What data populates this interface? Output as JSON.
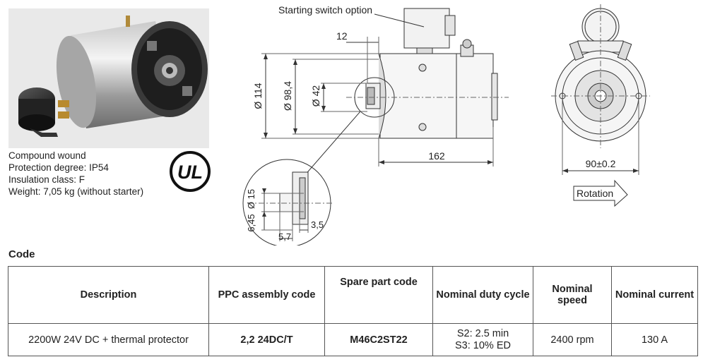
{
  "specs": [
    "Compound wound",
    "Protection degree: IP54",
    "Insulation class: F",
    "Weight: 7,05 kg (without starter)"
  ],
  "ul_mark": "UL",
  "drawing": {
    "starting_switch_label": "Starting switch option",
    "dim_12": "12",
    "dim_114": "Ø 114",
    "dim_98": "Ø 98,4",
    "dim_42": "Ø 42",
    "dim_162": "162",
    "dim_15": "Ø 15",
    "dim_645": "6,45",
    "dim_57": "5,7",
    "dim_35": "3,5",
    "dim_90": "90±0.2",
    "rotation_label": "Rotation"
  },
  "code_heading": "Code",
  "table": {
    "headers": {
      "description": "Description",
      "ppc": "PPC assembly code",
      "spare": "Spare part code",
      "duty": "Nominal duty cycle",
      "speed": "Nominal speed",
      "current": "Nominal current"
    },
    "row": {
      "description": "2200W 24V DC + thermal protector",
      "ppc": "2,2 24DC/T",
      "spare": "M46C2ST22",
      "duty_line1": "S2: 2.5 min",
      "duty_line2": "S3: 10% ED",
      "speed": "2400 rpm",
      "current": "130 A"
    }
  }
}
